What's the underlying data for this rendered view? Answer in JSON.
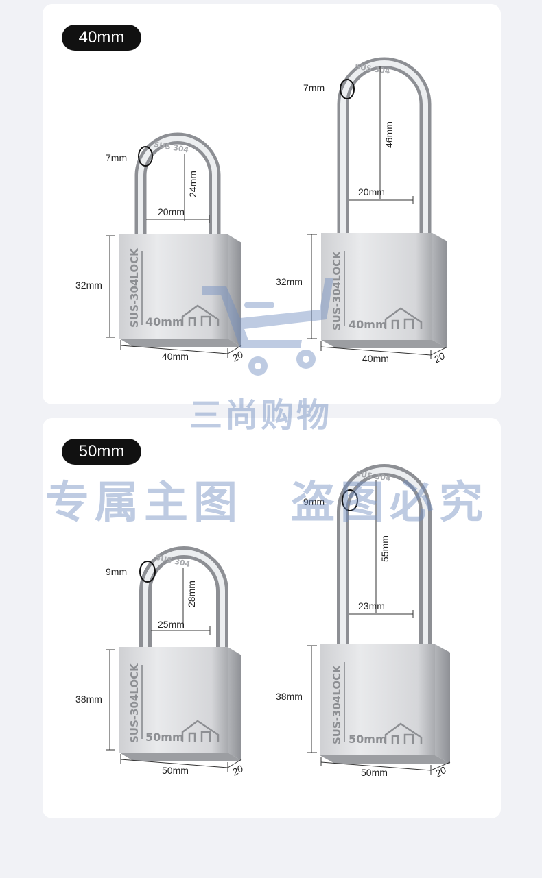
{
  "sections": [
    {
      "badge": "40mm",
      "short_lock": {
        "shackle_thickness": "7mm",
        "shackle_height": "24mm",
        "shackle_width": "20mm",
        "body_height": "32mm",
        "body_width": "40mm",
        "body_depth": "20",
        "engraving": "SUS-304LOCK",
        "size_mark": "40mm",
        "shackle_stamp": "SUS 304"
      },
      "long_lock": {
        "shackle_thickness": "7mm",
        "shackle_height": "46mm",
        "shackle_width": "20mm",
        "body_height": "32mm",
        "body_width": "40mm",
        "body_depth": "20",
        "engraving": "SUS-304LOCK",
        "size_mark": "40mm",
        "shackle_stamp": "SUS 304"
      }
    },
    {
      "badge": "50mm",
      "short_lock": {
        "shackle_thickness": "9mm",
        "shackle_height": "28mm",
        "shackle_width": "25mm",
        "body_height": "38mm",
        "body_width": "50mm",
        "body_depth": "20",
        "engraving": "SUS-304LOCK",
        "size_mark": "50mm",
        "shackle_stamp": "SUS 304"
      },
      "long_lock": {
        "shackle_thickness": "9mm",
        "shackle_height": "55mm",
        "shackle_width": "23mm",
        "body_height": "38mm",
        "body_width": "50mm",
        "body_depth": "20",
        "engraving": "SUS-304LOCK",
        "size_mark": "50mm",
        "shackle_stamp": "SUS 304"
      }
    }
  ],
  "watermark": {
    "brand": "三尚购物",
    "line1": "专属主图",
    "line2": "盗图必究"
  },
  "colors": {
    "badge_bg": "#111111",
    "card_bg": "#ffffff",
    "page_bg": "#f1f2f6",
    "steel_light": "#e4e5e7",
    "steel_dark": "#a6a8ac",
    "watermark": "#6e8cbe"
  }
}
